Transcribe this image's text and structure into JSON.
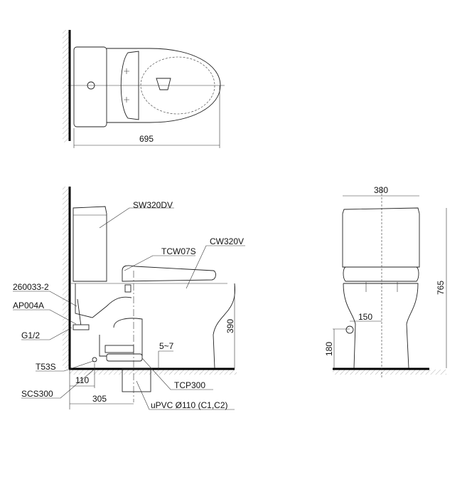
{
  "top_view": {
    "width_dim": "695"
  },
  "side_view": {
    "labels": {
      "tank": "SW320DV",
      "seat": "TCW07S",
      "bowl": "CW320V",
      "hose": "260033-2",
      "valve": "AP004A",
      "inlet": "G1/2",
      "bolt": "T53S",
      "floor_fix": "SCS300",
      "flange": "TCP300",
      "pipe": "uPVC Ø110 (C1,C2)"
    },
    "dims": {
      "bowl_height": "390",
      "gap": "5~7",
      "inlet_offset": "110",
      "rough_in": "305"
    }
  },
  "front_view": {
    "dims": {
      "width": "380",
      "height": "765",
      "inlet_side": "150",
      "inlet_height": "180"
    }
  }
}
